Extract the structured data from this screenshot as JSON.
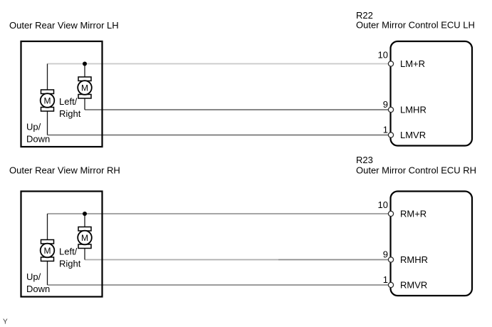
{
  "palette": {
    "background": "#ffffff",
    "line": "#000000"
  },
  "footer": {
    "marker": "Y"
  },
  "sections": [
    {
      "name": "left",
      "mirror": {
        "title": "Outer Rear View Mirror LH",
        "motor_letter": "M",
        "horizontal_motor_label": [
          "Left/",
          "Right"
        ],
        "vertical_motor_label": [
          "Up/",
          "Down"
        ]
      },
      "ecu": {
        "ref": "R22",
        "title": "Outer Mirror Control ECU LH",
        "pins": [
          {
            "number": "10",
            "label": "LM+R",
            "wire_color": "#c9c9c9",
            "wire_color_inner": "#c9c9c9"
          },
          {
            "number": "9",
            "label": "LMHR",
            "wire_color": "#767676",
            "wire_color_inner": "#767676"
          },
          {
            "number": "1",
            "label": "LMVR",
            "wire_color": "#767676",
            "wire_color_inner": "#767676"
          }
        ]
      }
    },
    {
      "name": "right",
      "mirror": {
        "title": "Outer Rear View Mirror RH",
        "motor_letter": "M",
        "horizontal_motor_label": [
          "Left/",
          "Right"
        ],
        "vertical_motor_label": [
          "Up/",
          "Down"
        ]
      },
      "ecu": {
        "ref": "R23",
        "title": "Outer Mirror Control ECU RH",
        "pins": [
          {
            "number": "10",
            "label": "RM+R",
            "wire_color": "#9a9a9a",
            "wire_color_inner": "#9a9a9a"
          },
          {
            "number": "9",
            "label": "RMHR",
            "wire_color": "#8a8a8a",
            "wire_color_inner": "#acacac"
          },
          {
            "number": "1",
            "label": "RMVR",
            "wire_color": "#8e8e8e",
            "wire_color_inner": "#8e8e8e"
          }
        ]
      }
    }
  ]
}
